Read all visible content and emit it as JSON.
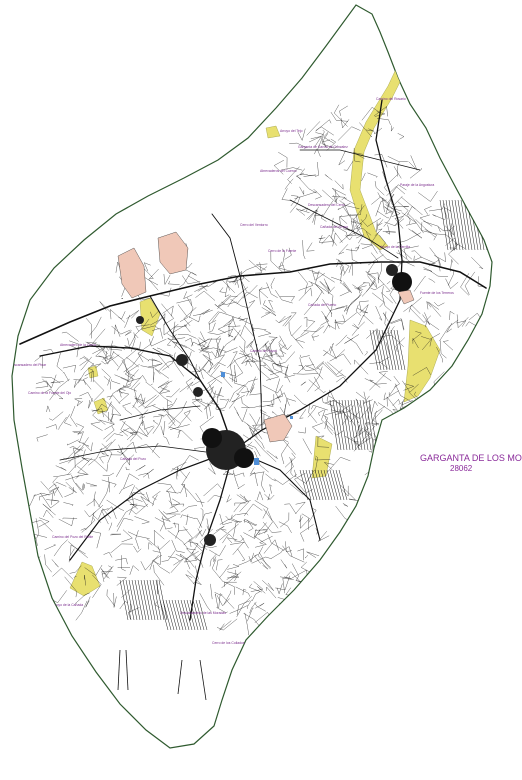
{
  "municipality": {
    "name": "GARGANTA DE LOS MONTES",
    "code": "28062"
  },
  "colors": {
    "boundary": "#2f5a2f",
    "road": "#111111",
    "main_road": "#e8e070",
    "urban": "#f0c8b8",
    "label": "#7a2c8c",
    "water": "#4f8fd8"
  },
  "place_labels": [
    "Camino del Rosario",
    "Arroyo del Tejo",
    "Garganta de Garcia de Gonzalez",
    "Abrevaderos del Cuervo",
    "Descansadero del Cerro",
    "Paraje de la Angostura",
    "Cerro del Ventorro",
    "Cañada del Arroyo",
    "Cerro de la Fuente",
    "Arroyo de la Cerrilla",
    "Fuente de los Terreros",
    "Cañada del Puerto",
    "Descansadero del Pinar",
    "Camino de la Fuente del Ojo",
    "Camino de Hoyos",
    "Abrevadero de la Cerca",
    "Cañada del Pozo",
    "Camino del Pozo del Roble",
    "Arroyo de la Cañada",
    "Descansadero de las Moradas",
    "Cerro de los Collados"
  ]
}
